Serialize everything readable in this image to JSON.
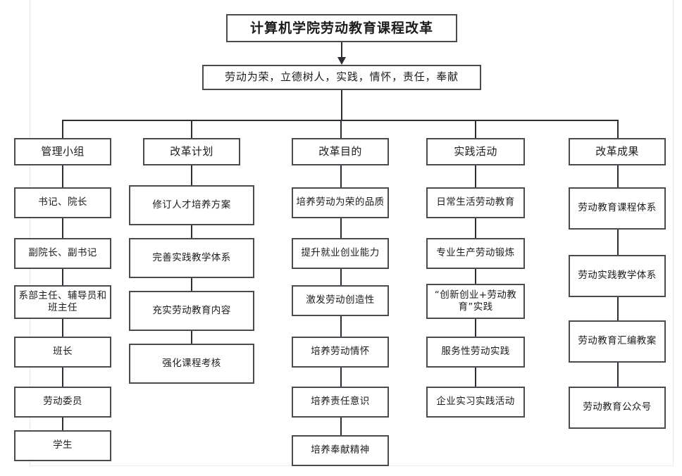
{
  "diagram": {
    "title": "计算机学院劳动教育课程改革",
    "subtitle": "劳动为荣，立德树人，实践，情怀，责任，奉献",
    "colors": {
      "box_border": "#4a4a4f",
      "connector": "#2e2e33",
      "text": "#1c1c1e",
      "background": "#ffffff",
      "guide_line": "#e8e8ea"
    },
    "columns": [
      {
        "head": "管理小组",
        "items": [
          "书记、院长",
          "副院长、副书记",
          "系部主任、辅导员和班主任",
          "班长",
          "劳动委员",
          "学生"
        ]
      },
      {
        "head": "改革计划",
        "items": [
          "修订人才培养方案",
          "完善实践教学体系",
          "充实劳动教育内容",
          "强化课程考核"
        ]
      },
      {
        "head": "改革目的",
        "items": [
          "培养劳动为荣的品质",
          "提升就业创业能力",
          "激发劳动创造性",
          "培养劳动情怀",
          "培养责任意识",
          "培养奉献精神"
        ]
      },
      {
        "head": "实践活动",
        "items": [
          "日常生活劳动教育",
          "专业生产劳动锻炼",
          "“创新创业+劳动教育”实践",
          "服务性劳动实践",
          "企业实习实践活动"
        ]
      },
      {
        "head": "改革成果",
        "items": [
          "劳动教育课程体系",
          "劳动实践教学体系",
          "劳动教育汇编教案",
          "劳动教育公众号"
        ]
      }
    ]
  }
}
